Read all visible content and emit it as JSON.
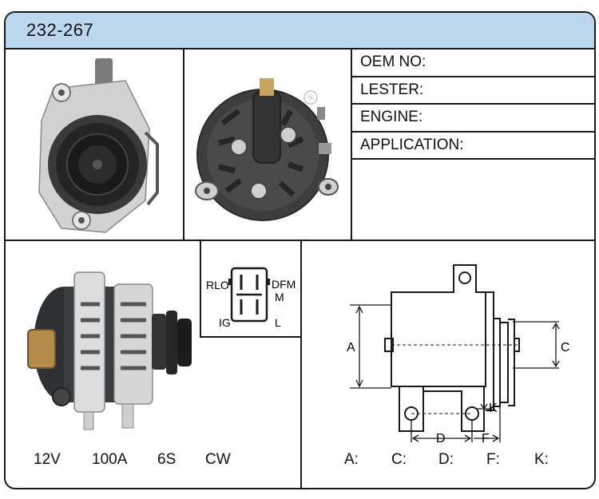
{
  "header": {
    "part_number": "232-267"
  },
  "info": {
    "oem_no": "OEM NO:",
    "lester": "LESTER:",
    "engine": "ENGINE:",
    "application": "APPLICATION:"
  },
  "specs": {
    "voltage": "12V",
    "amperage": "100A",
    "pulley": "6S",
    "rotation": "CW"
  },
  "connector": {
    "rlo": "RLO",
    "dfm": "DFM",
    "m": "M",
    "ig": "IG",
    "l": "L"
  },
  "diagram": {
    "a": "A",
    "c": "C",
    "d": "D",
    "f": "F",
    "k": "K"
  },
  "dimensions": {
    "a": "A:",
    "c": "C:",
    "d": "D:",
    "f": "F:",
    "k": "K:"
  },
  "registered_mark": "®",
  "colors": {
    "header_bg": "#bcd8ef",
    "border": "#1a1a1a"
  }
}
